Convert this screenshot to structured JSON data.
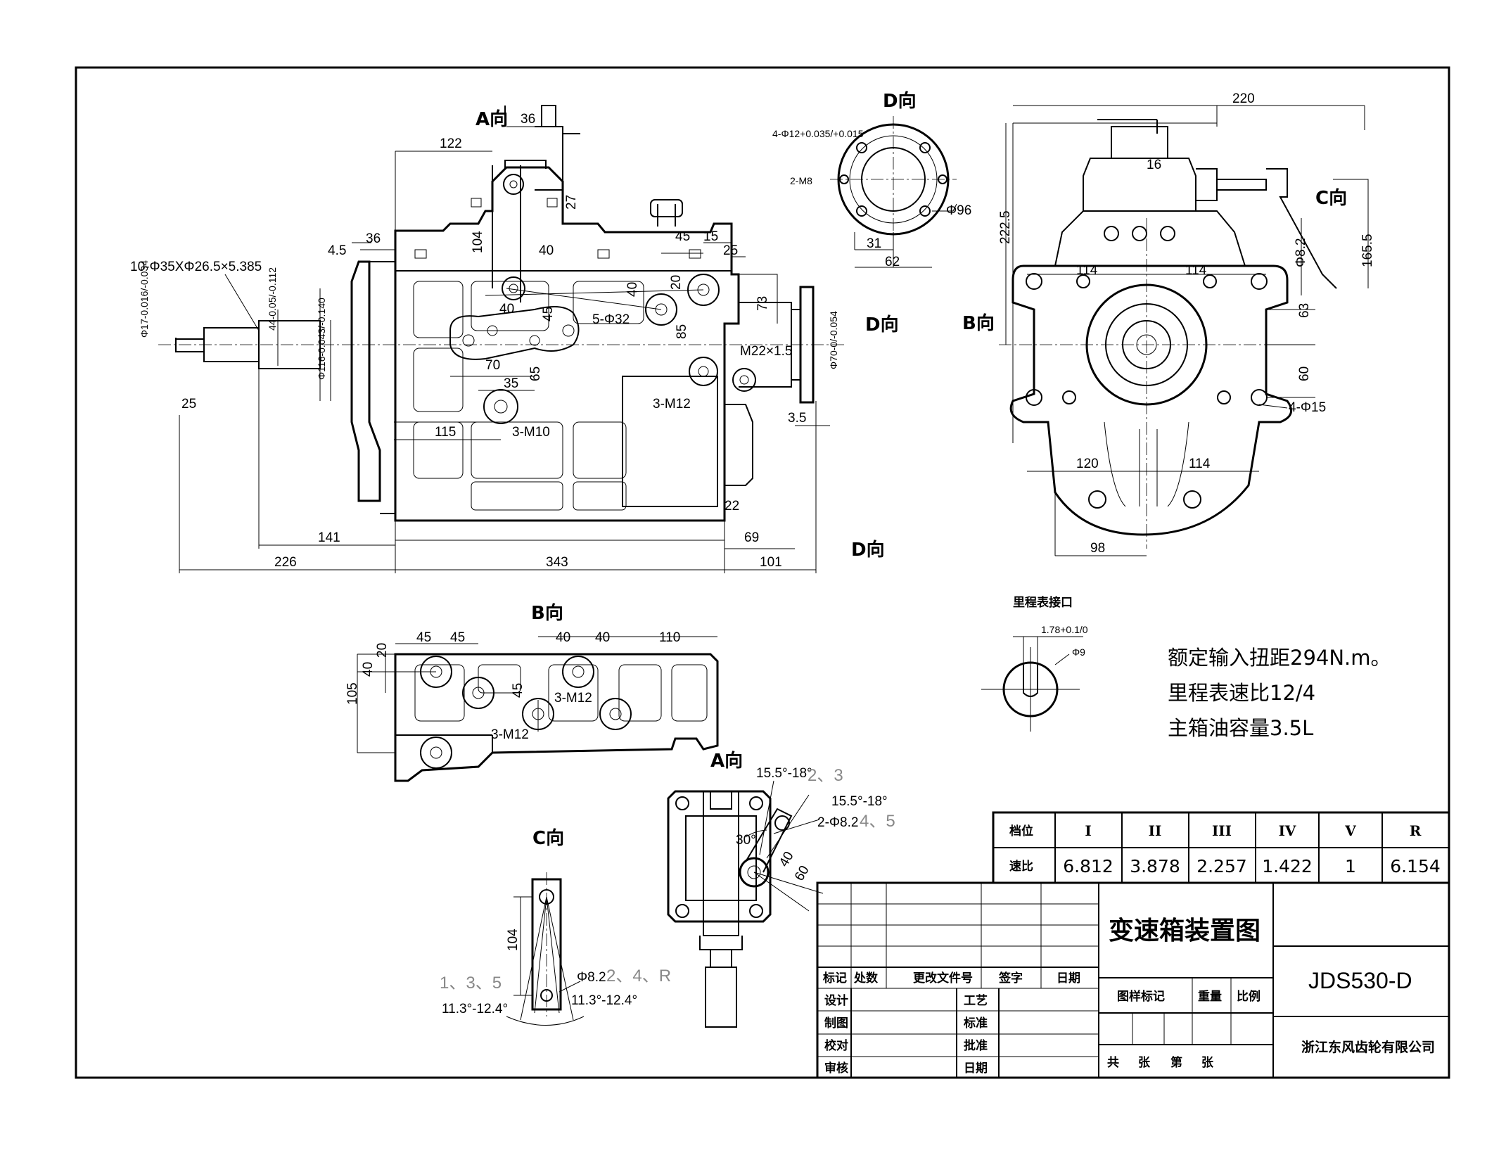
{
  "views": {
    "front": {
      "labels": {
        "a_dir": "A向",
        "d_dir_right": "D向",
        "d_dir_bottom": "D向"
      },
      "dims": {
        "d122": "122",
        "d36_top": "36",
        "d27": "27",
        "d104": "104",
        "d36_left": "36",
        "d4_5": "4.5",
        "d40_a": "40",
        "d40_b": "40",
        "d45": "45",
        "d15": "15",
        "d25_right": "25",
        "d40_c": "40",
        "d45_b": "45",
        "d20": "20",
        "d73": "73",
        "d85": "85",
        "d70": "70",
        "d35": "35",
        "d65": "65",
        "d115": "115",
        "d3_5": "3.5",
        "d25_left": "25",
        "d141": "141",
        "d226": "226",
        "d343": "343",
        "d69": "69",
        "d101": "101",
        "d22": "22",
        "spline": "10-Φ35XΦ26.5×5.385",
        "phi17": "Φ17-0.016/-0.034",
        "phi44": "44-0.05/-0.112",
        "phi116": "Φ116-0.043/-0.140",
        "phi70": "Φ70-0/-0.054",
        "m22": "M22×1.5",
        "holes_5phi32": "5-Φ32",
        "holes_3m12": "3-M12",
        "holes_3m10": "3-M10"
      }
    },
    "d_view": {
      "title": "D向",
      "dims": {
        "holes": "4-Φ12+0.035/+0.015",
        "m8": "2-M8",
        "phi96": "Φ96",
        "d31": "31",
        "d62": "62"
      }
    },
    "side": {
      "labels": {
        "b_dir": "B向",
        "c_dir": "C向"
      },
      "dims": {
        "d220": "220",
        "d222_5": "222.5",
        "d16": "16",
        "phi8_2": "Φ8.2",
        "d165_5": "165.5",
        "d114_a": "114",
        "d114_b": "114",
        "d63": "63",
        "d60": "60",
        "holes": "4-Φ15",
        "d120": "120",
        "d114_c": "114",
        "d98": "98"
      }
    },
    "b_view": {
      "title": "B向",
      "dims": {
        "d20": "20",
        "d45_a": "45",
        "d45_b": "45",
        "d40_a": "40",
        "d40_b": "40",
        "d110": "110",
        "d40_v": "40",
        "d105": "105",
        "d45_v": "45",
        "m12_a": "3-M12",
        "m12_b": "3-M12"
      }
    },
    "odometer": {
      "title": "里程表接口",
      "dims": {
        "width": "1.78+0.1/0",
        "phi9": "Φ9"
      }
    },
    "a_view": {
      "title": "A向",
      "dims": {
        "ang1": "15.5°-18°",
        "gear23": "2、3",
        "ang2": "15.5°-18°",
        "phi": "2-Φ8.2",
        "gear45": "4、5",
        "ang30": "30°",
        "d40": "40",
        "d60": "60"
      }
    },
    "c_view": {
      "title": "C向",
      "dims": {
        "d104": "104",
        "phi8_2": "Φ8.2",
        "gear135": "1、3、5",
        "gear24r": "2、4、R",
        "ang_left": "11.3°-12.4°",
        "ang_right": "11.3°-12.4°"
      }
    }
  },
  "notes": [
    "额定输入扭距294N.m。",
    "里程表速比12/4",
    "主箱油容量3.5L"
  ],
  "ratio_table": {
    "row_labels": [
      "档位",
      "速比"
    ],
    "gears": [
      "I",
      "II",
      "III",
      "IV",
      "V",
      "R"
    ],
    "ratios": [
      "6.812",
      "3.878",
      "2.257",
      "1.422",
      "1",
      "6.154"
    ]
  },
  "title_block": {
    "title": "变速箱装置图",
    "drawing_no": "JDS530-D",
    "company": "浙江东风齿轮有限公司",
    "rev_headers": [
      "标记",
      "处数",
      "更改文件号",
      "签字",
      "日期"
    ],
    "left_labels": [
      "设计",
      "制图",
      "校对",
      "审核"
    ],
    "mid_labels": [
      "工艺",
      "标准",
      "批准",
      "日期"
    ],
    "attr_labels": [
      "图样标记",
      "重量",
      "比例"
    ],
    "sheet_text": [
      "共",
      "张",
      "第",
      "张"
    ]
  }
}
